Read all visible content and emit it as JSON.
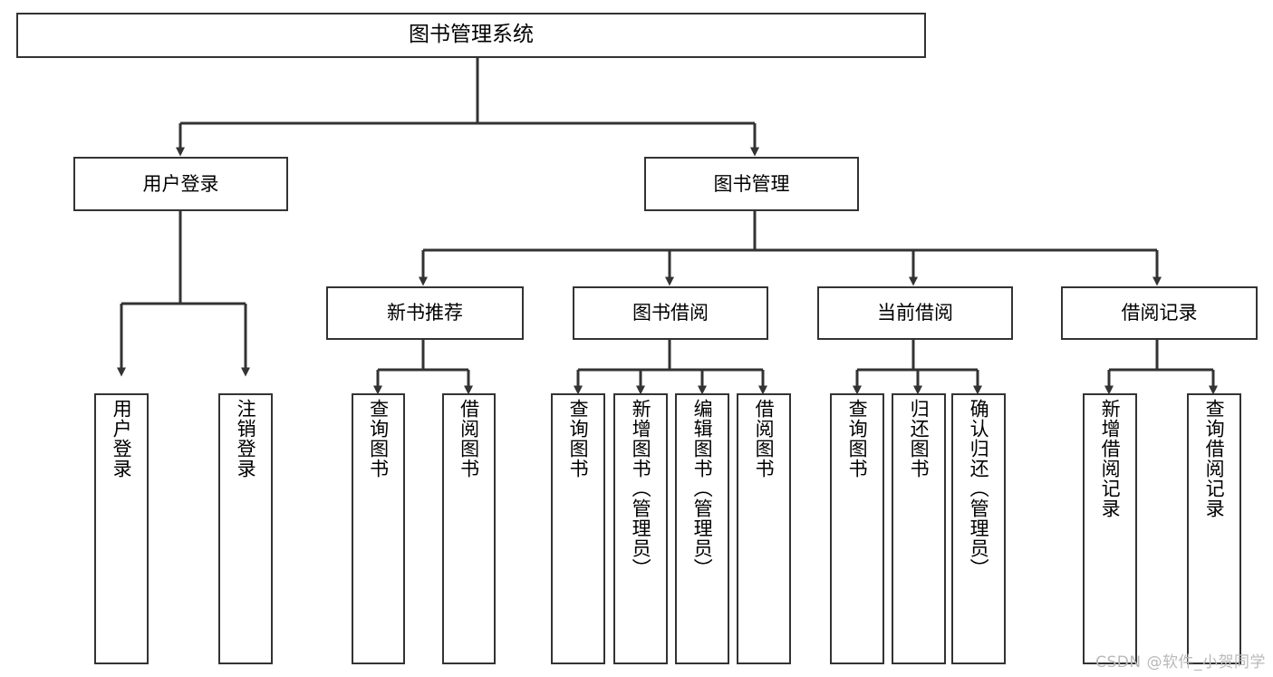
{
  "diagram": {
    "type": "tree",
    "title": "图书管理系统",
    "watermark": "CSDN @软件_小贺同学",
    "colors": {
      "box_border": "#333333",
      "box_fill": "#ffffff",
      "connector": "#333333",
      "text": "#000000",
      "watermark": "#b9b9b9",
      "background": "#ffffff"
    },
    "nodes": {
      "root": {
        "label": "图书管理系统"
      },
      "level1": [
        {
          "label": "用户登录"
        },
        {
          "label": "图书管理"
        }
      ],
      "level2": [
        {
          "label": "新书推荐"
        },
        {
          "label": "图书借阅"
        },
        {
          "label": "当前借阅"
        },
        {
          "label": "借阅记录"
        }
      ],
      "leaves": {
        "user_login": [
          {
            "label": "用户登录"
          },
          {
            "label": "注销登录"
          }
        ],
        "new_book": [
          {
            "label": "查询图书"
          },
          {
            "label": "借阅图书"
          }
        ],
        "book_borrow": [
          {
            "label": "查询图书"
          },
          {
            "label": "新增图书（管理员）"
          },
          {
            "label": "编辑图书（管理员）"
          },
          {
            "label": "借阅图书"
          }
        ],
        "current_borrow": [
          {
            "label": "查询图书"
          },
          {
            "label": "归还图书"
          },
          {
            "label": "确认归还（管理员）"
          }
        ],
        "borrow_record": [
          {
            "label": "新增借阅记录"
          },
          {
            "label": "查询借阅记录"
          }
        ]
      }
    }
  }
}
